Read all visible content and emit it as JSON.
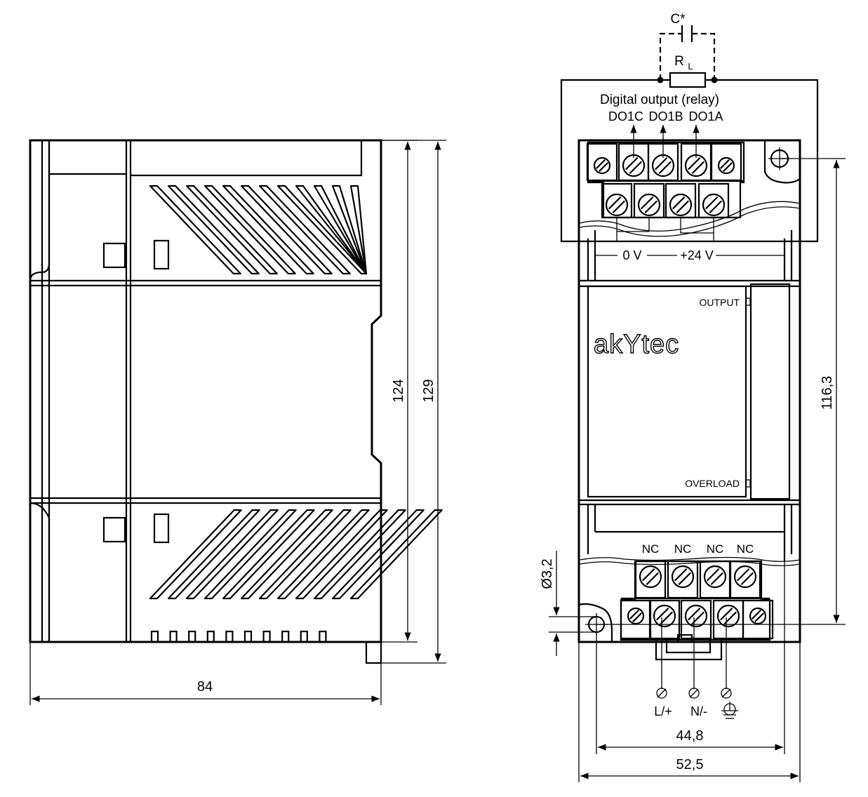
{
  "side_view": {
    "dim_width": "84",
    "dim_height_inner": "124",
    "dim_height_outer": "129"
  },
  "front_view": {
    "capacitor_label": "C*",
    "resistor_label_main": "R",
    "resistor_label_sub": "L",
    "relay_title": "Digital output (relay)",
    "relay_terminals": [
      "DO1C",
      "DO1B",
      "DO1A"
    ],
    "voltage_0v": "0 V",
    "voltage_24v": "+24 V",
    "brand": "akYtec",
    "led_output": "OUTPUT",
    "led_overload": "OVERLOAD",
    "nc_labels": [
      "NC",
      "NC",
      "NC",
      "NC"
    ],
    "hole_dim": "Ø3,2",
    "dim_height": "116,3",
    "dim_width_inner": "44,8",
    "dim_width_outer": "52,5",
    "input_labels": [
      "L/+",
      "N/-",
      "earth-symbol"
    ]
  }
}
